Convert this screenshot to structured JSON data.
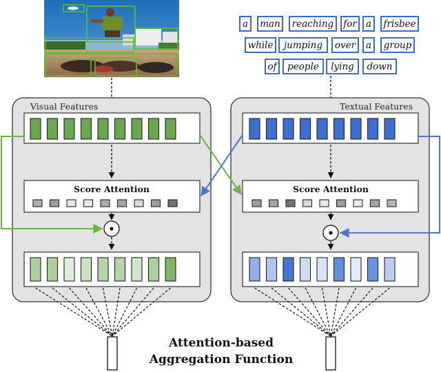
{
  "diagram": {
    "visual_panel_label": "Visual Features",
    "textual_panel_label": "Textual Features",
    "score_attention_label": "Score Attention",
    "aggregation_label_line1": "Attention-based",
    "aggregation_label_line2": "Aggregation Function",
    "operator_symbol": "⊙",
    "caption_words": [
      "a",
      "man",
      "reaching",
      "for",
      "a",
      "frisbee",
      "while",
      "jumping",
      "over",
      "a",
      "group",
      "of",
      "people",
      "lying",
      "down"
    ]
  },
  "colors": {
    "visual_feature": "#6aa84f",
    "visual_arrow": "#6bb34a",
    "textual_feature": "#3c6fd0",
    "textual_arrow": "#4a77cf",
    "word_border": "#3a6bc6",
    "panel_fill": "#e3e3e3"
  },
  "scores": {
    "visual": [
      0.45,
      0.55,
      0.1,
      0.1,
      0.45,
      0.5,
      0.2,
      0.55,
      0.8
    ],
    "textual": [
      0.55,
      0.5,
      0.8,
      0.2,
      0.1,
      0.55,
      0.1,
      0.5,
      0.4
    ]
  },
  "weighted": {
    "visual": [
      0.55,
      0.55,
      0.2,
      0.35,
      0.5,
      0.5,
      0.3,
      0.55,
      0.85
    ],
    "textual": [
      0.55,
      0.4,
      0.95,
      0.25,
      0.2,
      0.8,
      0.15,
      0.75,
      0.35
    ]
  },
  "photo": {
    "icon": "beach-frisbee-photo"
  }
}
